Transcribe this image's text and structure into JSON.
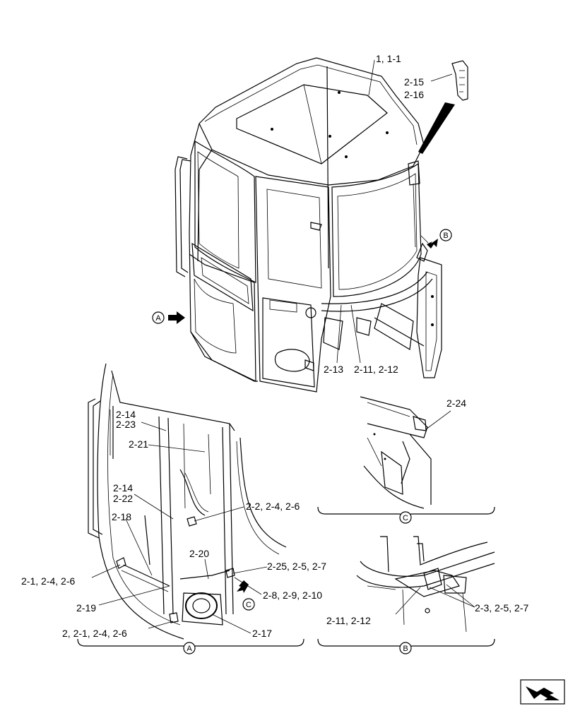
{
  "labels": {
    "l_1_1": "1, 1-1",
    "l_2_15": "2-15",
    "l_2_16": "2-16",
    "l_2_13": "2-13",
    "l_2_11_12_top": "2-11, 2-12",
    "l_2_14_a": "2-14",
    "l_2_23": "2-23",
    "l_2_21": "2-21",
    "l_2_14_b": "2-14",
    "l_2_22": "2-22",
    "l_2_18": "2-18",
    "l_2_2_4_6": "2-2, 2-4, 2-6",
    "l_2_20": "2-20",
    "l_2_25_5_7": "2-25, 2-5, 2-7",
    "l_2_1_4_6": "2-1, 2-4, 2-6",
    "l_2_8_9_10": "2-8, 2-9, 2-10",
    "l_2_19": "2-19",
    "l_2_group": "2, 2-1, 2-4, 2-6",
    "l_2_17": "2-17",
    "l_2_24": "2-24",
    "l_2_11_12_b": "2-11, 2-12",
    "l_2_3_5_7": "2-3, 2-5, 2-7"
  },
  "callouts": {
    "A": "A",
    "B": "B",
    "C": "C"
  },
  "nav_icon": "page-turn-arrow-icon"
}
